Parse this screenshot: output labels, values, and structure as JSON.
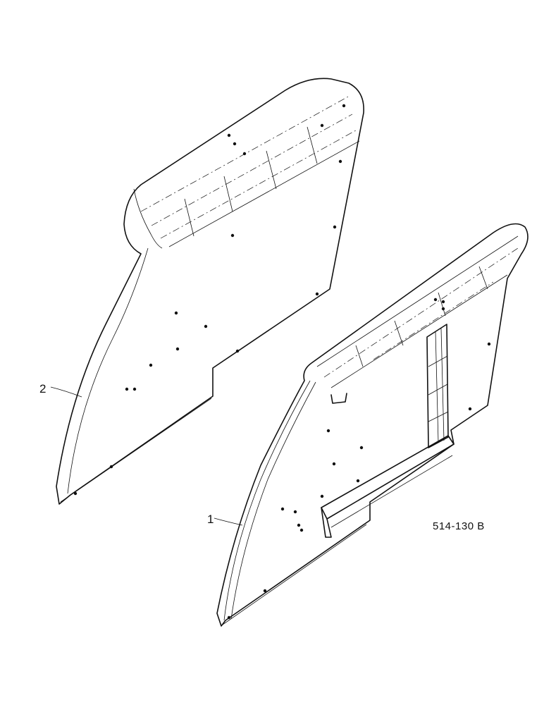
{
  "callouts": [
    {
      "label": "2"
    },
    {
      "label": "1"
    }
  ],
  "reference": "514-130 B"
}
